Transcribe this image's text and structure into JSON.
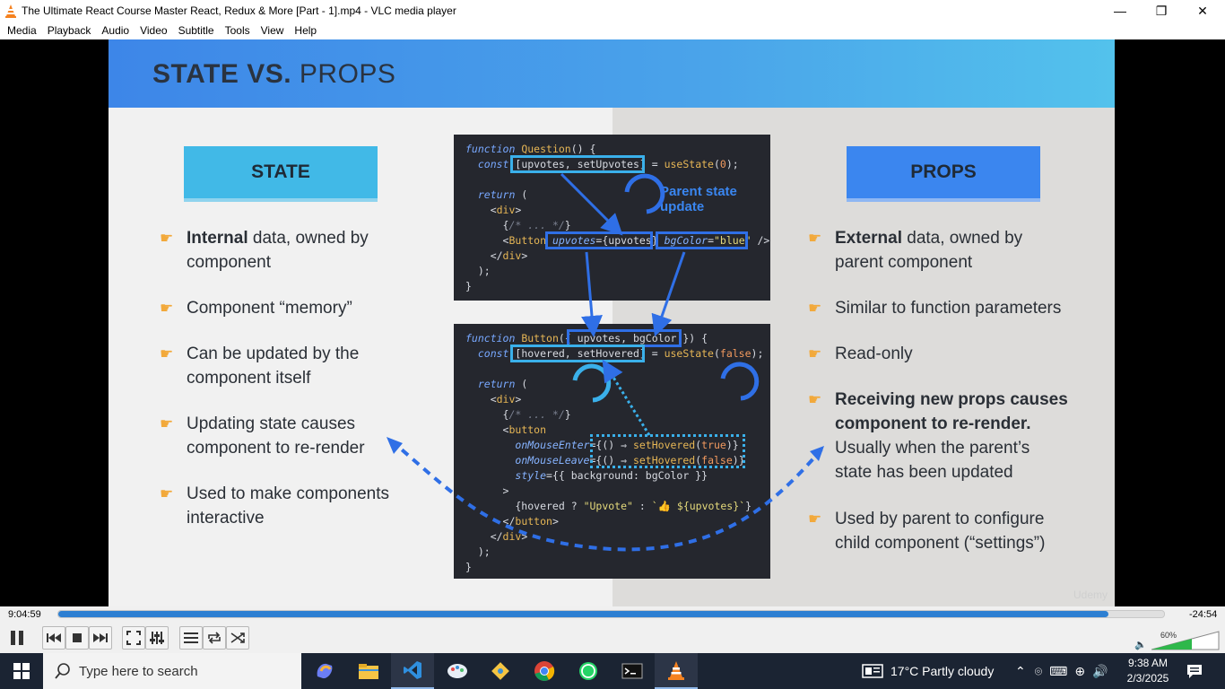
{
  "window": {
    "title": "The Ultimate React Course Master React, Redux & More  [Part - 1].mp4 - VLC media player",
    "minimize": "—",
    "maximize": "❐",
    "close": "✕"
  },
  "menu": {
    "items": [
      "Media",
      "Playback",
      "Audio",
      "Video",
      "Subtitle",
      "Tools",
      "View",
      "Help"
    ]
  },
  "slide": {
    "title_bold": "STATE VS.",
    "title_rest": " PROPS",
    "state_label": "STATE",
    "props_label": "PROPS",
    "state_bullets": [
      {
        "bold": "Internal",
        "rest": " data, owned by",
        "line2": "component"
      },
      {
        "bold": "",
        "rest": "Component “memory”",
        "line2": ""
      },
      {
        "bold": "",
        "rest": "Can be updated by the",
        "line2": "component itself"
      },
      {
        "bold": "",
        "rest": "Updating state causes",
        "line2": "component to re-render"
      },
      {
        "bold": "",
        "rest": "Used to make components",
        "line2": "interactive"
      }
    ],
    "props_bullets": [
      {
        "bold": "External",
        "rest": " data, owned by",
        "line2": "parent component"
      },
      {
        "bold": "",
        "rest": "Similar to function parameters",
        "line2": ""
      },
      {
        "bold": "",
        "rest": "Read-only",
        "line2": ""
      },
      {
        "bold": "Receiving new props causes",
        "rest": "",
        "line2": ""
      },
      {
        "bold": "",
        "rest": "Used by parent to configure",
        "line2": "child component (“settings”)"
      }
    ],
    "props_bullet4_line2": "component to re-render.",
    "props_bullet4_line3": "Usually when the parent’s",
    "props_bullet4_line4": "state has been updated",
    "parent_state_update": "Parent state",
    "parent_state_update2": "update",
    "watermark": "Udemy",
    "code1": [
      "function Question() {",
      "  const [upvotes, setUpvotes] = useState(0);",
      "",
      "  return (",
      "    <div>",
      "      {/* ... */}",
      "      <Button upvotes={upvotes} bgColor=\"blue\" />",
      "    </div>",
      "  );",
      "}"
    ],
    "code2": [
      "function Button({ upvotes, bgColor }) {",
      "  const [hovered, setHovered] = useState(false);",
      "",
      "  return (",
      "    <div>",
      "      {/* ... */}",
      "      <button",
      "        onMouseEnter={() ⇒ setHovered(true)}",
      "        onMouseLeave={() ⇒ setHovered(false)}",
      "        style={{ background: bgColor }}",
      "      >",
      "        {hovered ? \"Upvote\" : `👍 ${upvotes}`}",
      "      </button>",
      "    </div>",
      "  );",
      "}"
    ]
  },
  "player": {
    "elapsed": "9:04:59",
    "remaining": "-24:54",
    "progress": 0.95,
    "volume": "60%",
    "volume_level": 0.6
  },
  "taskbar": {
    "search_placeholder": "Type here to search",
    "weather": "17°C  Partly cloudy",
    "time": "9:38 AM",
    "date": "2/3/2025"
  }
}
